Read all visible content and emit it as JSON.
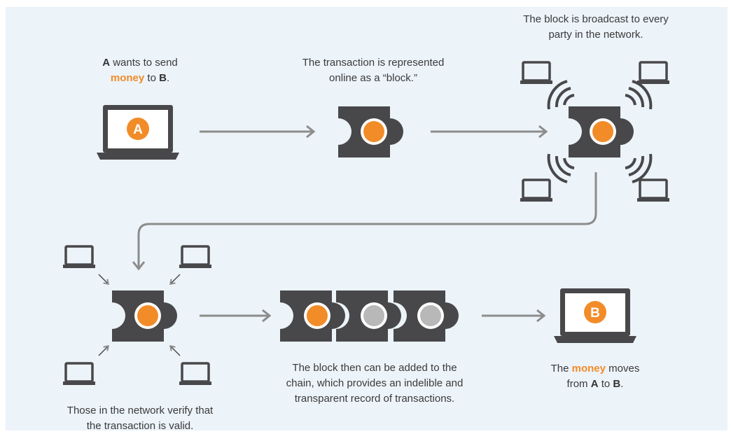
{
  "colors": {
    "background": "#ecf3f9",
    "block": "#48484a",
    "accent": "#f28c28",
    "inactive_dot": "#b8b8b8",
    "arrow": "#8c8c8c"
  },
  "icons": [
    "laptop-icon",
    "block-icon",
    "broadcast-waves-icon",
    "small-arrow-icon"
  ],
  "steps": {
    "send": {
      "actor": "A",
      "t1": " wants to send",
      "money": "money",
      "t2": " to ",
      "target": "B",
      "t3": "."
    },
    "represent": {
      "line1": "The transaction is represented",
      "line2": "online as a “block.”"
    },
    "broadcast": {
      "line1": "The block is broadcast to every",
      "line2": "party in the network."
    },
    "verify": {
      "line1": "Those in the network verify that",
      "line2": "the transaction is valid."
    },
    "chain": {
      "line1": "The block then can be added to the",
      "line2": "chain, which provides an indelible and",
      "line3": "transparent record of transactions."
    },
    "receive": {
      "t1": "The ",
      "money": "money",
      "t2": " moves",
      "t3": "from ",
      "from": "A",
      "t4": " to ",
      "to": "B",
      "t5": "."
    }
  },
  "badges": {
    "sender": "A",
    "receiver": "B"
  }
}
